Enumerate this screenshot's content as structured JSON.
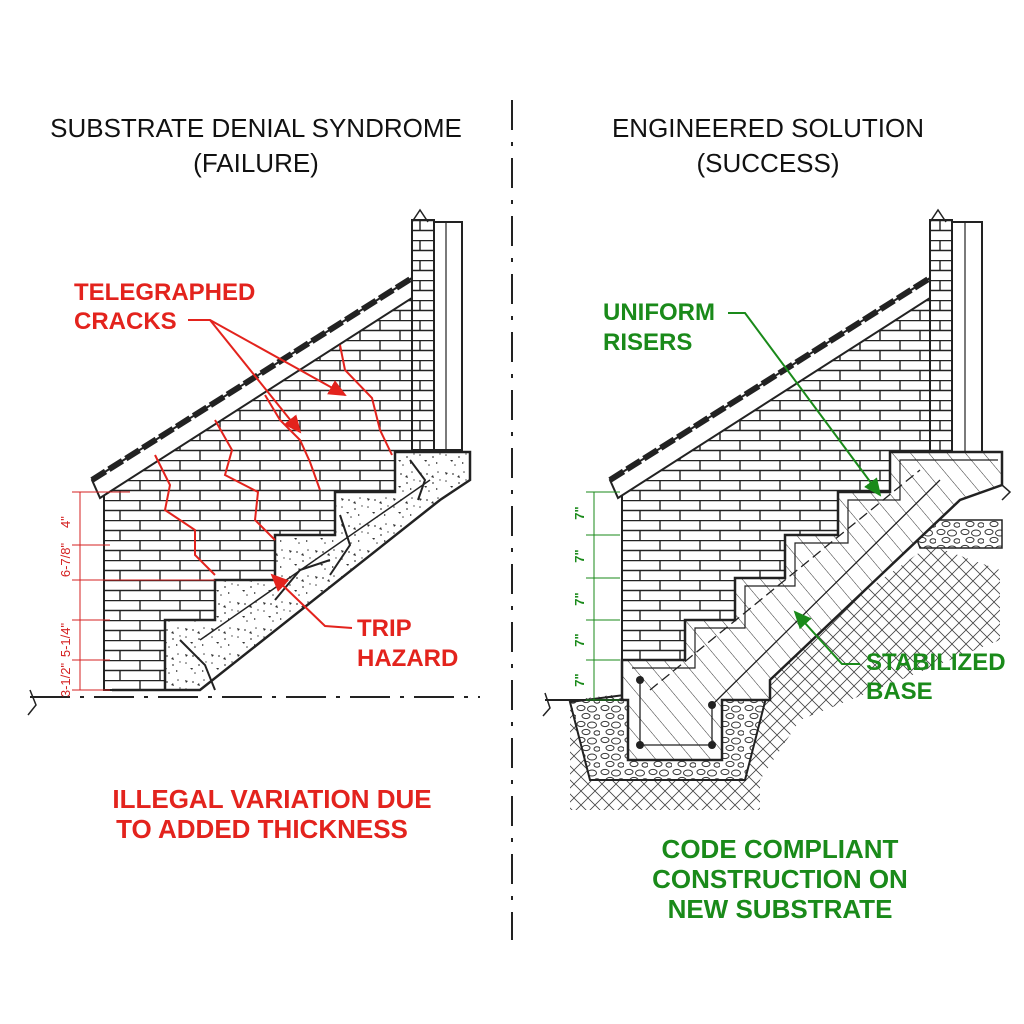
{
  "left_panel": {
    "title_line1": "SUBSTRATE DENIAL SYNDROME",
    "title_line2": "(FAILURE)",
    "label_cracks_line1": "TELEGRAPHED",
    "label_cracks_line2": "CRACKS",
    "label_trip_line1": "TRIP",
    "label_trip_line2": "HAZARD",
    "dimensions": [
      "4\"",
      "6-7/8\"",
      "5-1/4\"",
      "3-1/2\""
    ],
    "caption_line1": "ILLEGAL VARIATION DUE",
    "caption_line2": "TO ADDED THICKNESS"
  },
  "right_panel": {
    "title_line1": "ENGINEERED SOLUTION",
    "title_line2": "(SUCCESS)",
    "label_risers_line1": "UNIFORM",
    "label_risers_line2": "RISERS",
    "label_base_line1": "STABILIZED",
    "label_base_line2": "BASE",
    "dimensions": [
      "7\"",
      "7\"",
      "7\"",
      "7\"",
      "7\""
    ],
    "caption_line1": "CODE COMPLIANT",
    "caption_line2": "CONSTRUCTION ON",
    "caption_line3": "NEW SUBSTRATE"
  },
  "colors": {
    "ink": "#111111",
    "failure_red": "#e3231d",
    "success_green": "#1a8a1a"
  }
}
